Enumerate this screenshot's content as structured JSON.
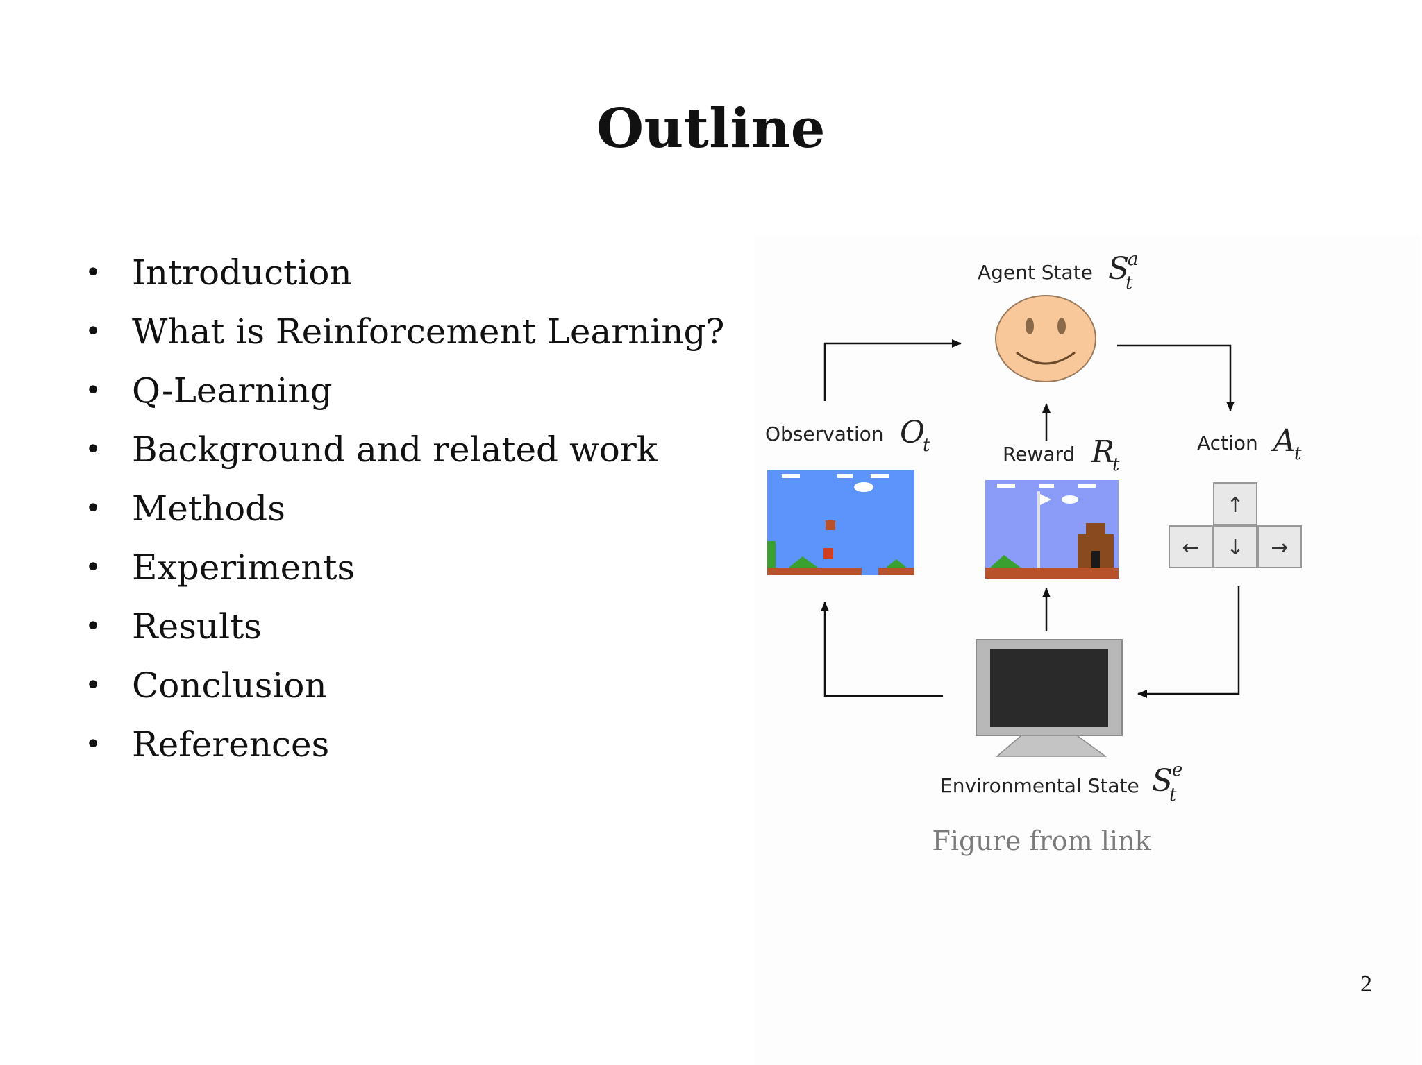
{
  "slide": {
    "title": "Outline",
    "page_number": "2",
    "bullets": [
      "Introduction",
      "What is Reinforcement Learning?",
      "Q-Learning",
      "Background and related work",
      "Methods",
      "Experiments",
      "Results",
      "Conclusion",
      "References"
    ],
    "bullet_symbol": "•"
  },
  "figure": {
    "agent_label": "Agent State",
    "agent_symbol": "S",
    "agent_sup": "a",
    "agent_sub": "t",
    "observation_label": "Observation",
    "observation_symbol": "O",
    "observation_sub": "t",
    "reward_label": "Reward",
    "reward_symbol": "R",
    "reward_sub": "t",
    "action_label": "Action",
    "action_symbol": "A",
    "action_sub": "t",
    "environment_label": "Environmental State",
    "environment_symbol": "S",
    "environment_sup": "e",
    "environment_sub": "t",
    "caption": "Figure from link",
    "key_up": "↑",
    "key_left": "←",
    "key_down": "↓",
    "key_right": "→",
    "colors": {
      "face_fill": "#f8c79a",
      "face_stroke": "#9a7a5a",
      "sky": "#5c94fc",
      "sky_light": "#8a9cf8",
      "ground": "#b7522a",
      "monitor_frame": "#b8b8b8",
      "monitor_screen": "#2a2a2a",
      "key_fill": "#e8e8e8"
    }
  }
}
